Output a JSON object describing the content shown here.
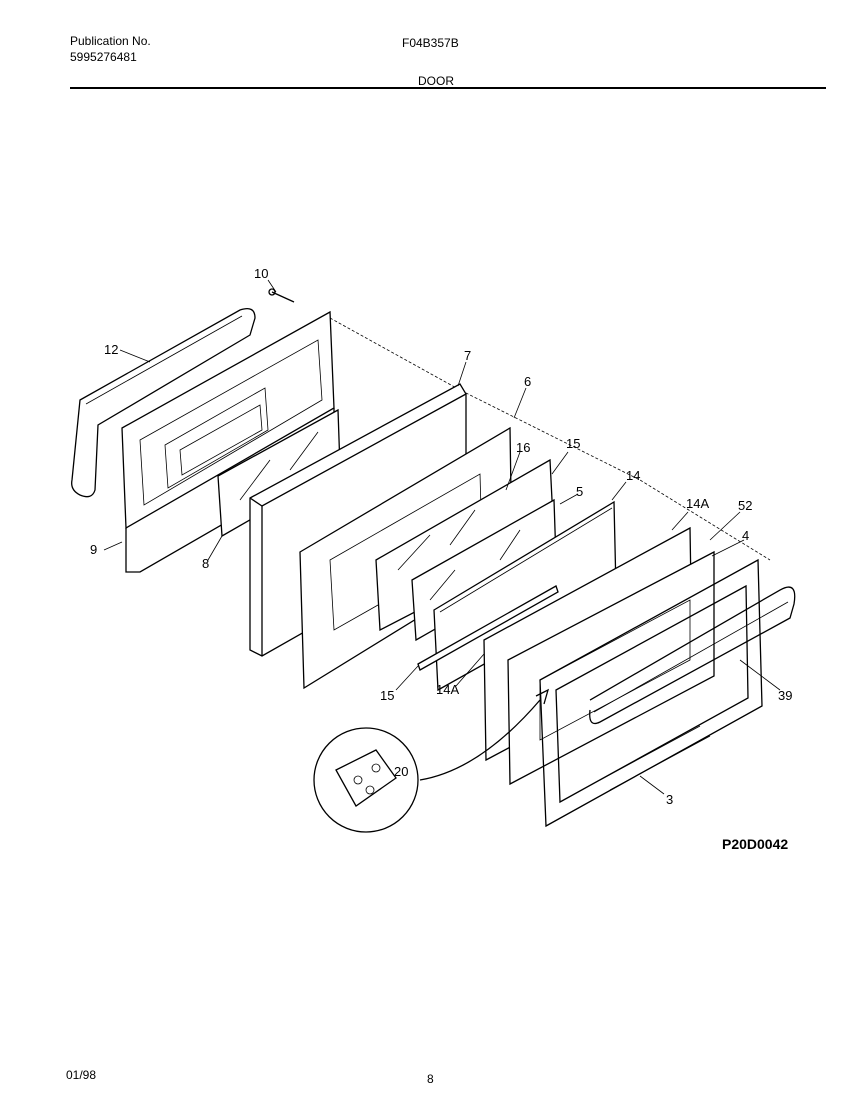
{
  "header": {
    "publication_label": "Publication No.",
    "publication_number": "5995276481",
    "model": "F04B357B",
    "section": "DOOR"
  },
  "callouts": {
    "c10": "10",
    "c12": "12",
    "c7": "7",
    "c6": "6",
    "c16": "16",
    "c15a": "15",
    "c14": "14",
    "c5": "5",
    "c14a_top": "14A",
    "c52": "52",
    "c4": "4",
    "c9": "9",
    "c8": "8",
    "c15b": "15",
    "c14a_bottom": "14A",
    "c39": "39",
    "c20": "20",
    "c3": "3"
  },
  "figure_code": "P20D0042",
  "footer": {
    "date": "01/98",
    "page": "8"
  }
}
